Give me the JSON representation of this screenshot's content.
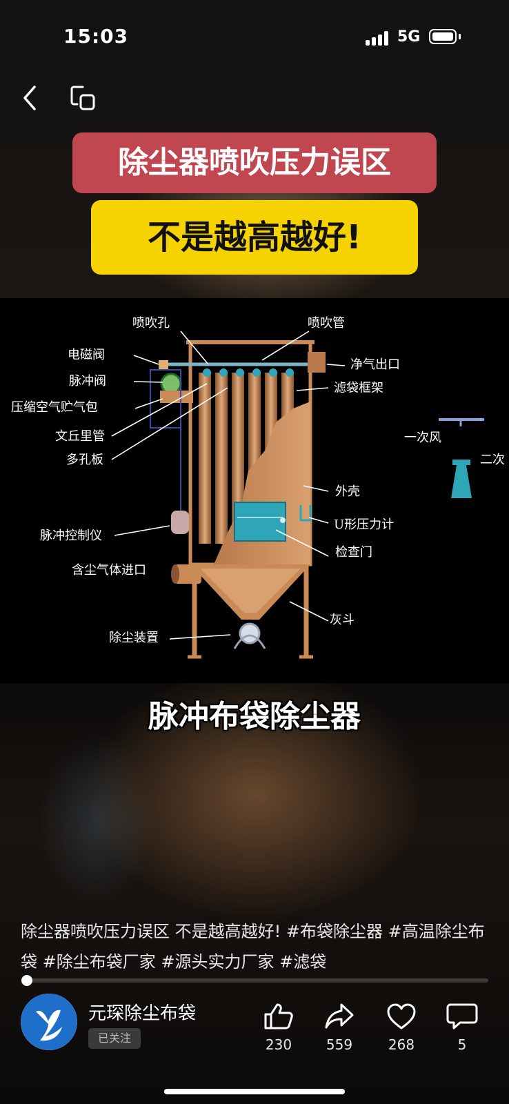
{
  "status_bar": {
    "time": "15:03",
    "network": "5G"
  },
  "icons": {
    "back": "chevron-left-icon",
    "window": "floating-window-icon"
  },
  "banner": {
    "line1": "除尘器喷吹压力误区",
    "line2": "不是越高越好!"
  },
  "diagram": {
    "labels": {
      "pen_chui_kong": "喷吹孔",
      "pen_chui_guan": "喷吹管",
      "dian_ci_fa": "电磁阀",
      "jing_qi_chu_kou": "净气出口",
      "mai_chong_fa": "脉冲阀",
      "lv_dai_kuang_jia": "滤袋框架",
      "ya_suo_kong_qi": "压缩空气贮气包",
      "wen_qiu_li_guan": "文丘里管",
      "yi_ci_feng": "一次风",
      "duo_kong_ban": "多孔板",
      "er_ci": "二次",
      "wai_ke": "外壳",
      "u_ya_li_ji": "U形压力计",
      "mai_chong_kong_zhi_yi": "脉冲控制仪",
      "jian_cha_men": "检查门",
      "han_chen_qi_ti": "含尘气体进口",
      "hui_dou": "灰斗",
      "chu_chen_zhuang_zhi": "除尘装置"
    },
    "colors": {
      "body": "#c98a55",
      "body_dark": "#8a5530",
      "accent_teal": "#2fa6b8"
    }
  },
  "subtitle": "脉冲布袋除尘器",
  "caption": "除尘器喷吹压力误区 不是越高越好! #布袋除尘器 #高温除尘布袋 #除尘布袋厂家 #源头实力厂家 #滤袋",
  "progress": {
    "fraction": 0.01
  },
  "account": {
    "name": "元琛除尘布袋",
    "follow_status": "已关注",
    "avatar_color": "#1e6fc9"
  },
  "actions": {
    "like": {
      "icon": "thumbs-up-icon",
      "count": "230"
    },
    "share": {
      "icon": "share-arrow-icon",
      "count": "559"
    },
    "favorite": {
      "icon": "heart-icon",
      "count": "268"
    },
    "comment": {
      "icon": "comment-bubble-icon",
      "count": "5"
    }
  }
}
